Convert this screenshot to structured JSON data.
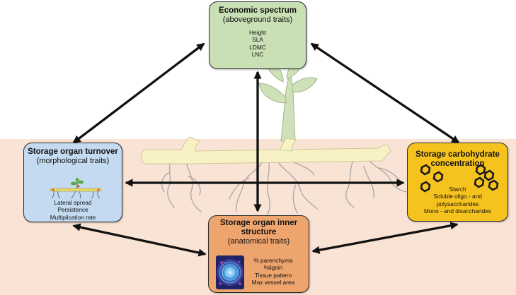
{
  "economic": {
    "title": "Economic spectrum",
    "subtitle": "(aboveground traits)",
    "traits": [
      "Height",
      "SLA",
      "LDMC",
      "LNC"
    ]
  },
  "turnover": {
    "title": "Storage organ turnover",
    "subtitle": "(morphological traits)",
    "traits": [
      "Lateral spread",
      "Persistence",
      "Multiplication rate"
    ]
  },
  "carbohydrate": {
    "title_lines": [
      "Storage carbohydrate",
      "concentration"
    ],
    "traits": [
      "Starch",
      "Soluble oligo - and",
      "polysaccharides",
      "Mono - and disaccharides"
    ]
  },
  "inner": {
    "title_lines": [
      "Storage organ inner",
      "structure"
    ],
    "subtitle": "(anatomical traits)",
    "traits": [
      "% parenchyma",
      "%lignin",
      "Tissue pattern",
      "Max vessel area"
    ]
  },
  "colors": {
    "soil": "#f9e3d5",
    "economic_box": "#c8e0b3",
    "turnover_box": "#c3daf1",
    "carbohydrate_box": "#f6c21d",
    "inner_box": "#eea56d",
    "plant_green": "#cfe1b8",
    "rhizome": "#f7f1c4",
    "roots": "#a6a6a6",
    "arrows": "#111111"
  }
}
